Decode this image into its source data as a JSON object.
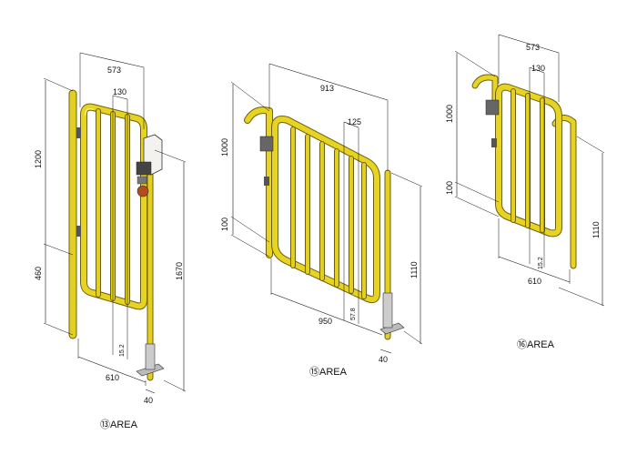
{
  "gates": [
    {
      "label": "⑬AREA",
      "dims": {
        "width_top": "573",
        "bar_spacing": "130",
        "height_left": "1200",
        "height_lower": "460",
        "height_post": "1670",
        "bar_dia": "15.2",
        "width_bottom": "610",
        "post": "40"
      }
    },
    {
      "label": "⑮AREA",
      "dims": {
        "width_top": "913",
        "bar_spacing": "125",
        "height_left": "1000",
        "height_lower": "100",
        "height_post": "1110",
        "bar_dia": "57.8",
        "width_bottom": "950",
        "post": "40"
      }
    },
    {
      "label": "⑯AREA",
      "dims": {
        "width_top": "573",
        "bar_spacing": "130",
        "height_left": "1000",
        "height_lower": "100",
        "height_post": "1110",
        "bar_dia": "15.2",
        "width_bottom": "610"
      }
    }
  ]
}
